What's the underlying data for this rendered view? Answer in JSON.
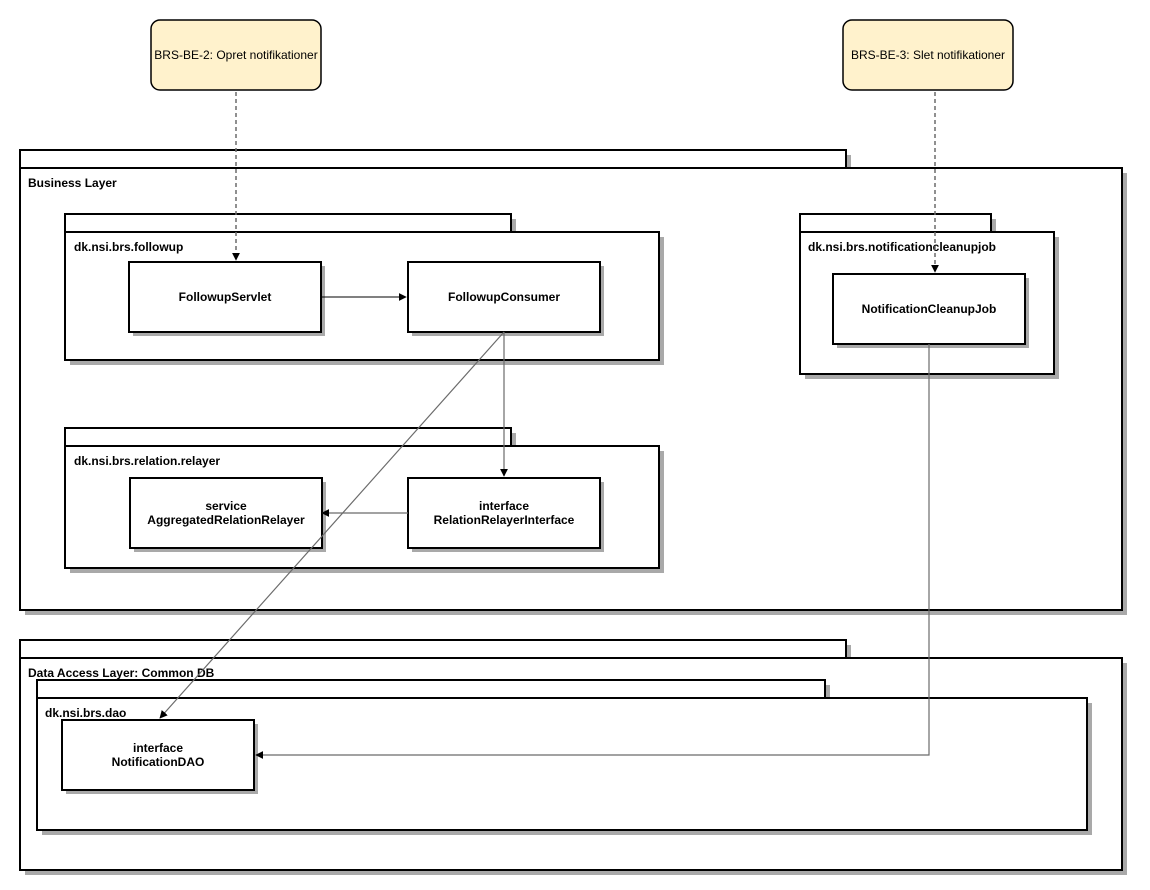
{
  "requirements": {
    "be2": "BRS-BE-2: Opret notifikationer",
    "be3": "BRS-BE-3: Slet notifikationer"
  },
  "packages": {
    "business_layer": "Business Layer",
    "followup": "dk.nsi.brs.followup",
    "relation_relayer": "dk.nsi.brs.relation.relayer",
    "cleanupjob": "dk.nsi.brs.notificationcleanupjob",
    "data_access_layer": "Data Access Layer: Common DB",
    "dao": "dk.nsi.brs.dao"
  },
  "classes": {
    "followup_servlet": [
      "FollowupServlet"
    ],
    "followup_consumer": [
      "FollowupConsumer"
    ],
    "aggregated_relation_relayer": [
      "service",
      "AggregatedRelationRelayer"
    ],
    "relation_relayer_interface": [
      "interface",
      "RelationRelayerInterface"
    ],
    "notification_cleanup_job": [
      "NotificationCleanupJob"
    ],
    "notification_dao": [
      "interface",
      "NotificationDAO"
    ]
  },
  "colors": {
    "requirement_fill": "#fff2cc",
    "shadow": "#a9a9a9",
    "stroke": "#000000",
    "connector": "#6b6b6b"
  }
}
